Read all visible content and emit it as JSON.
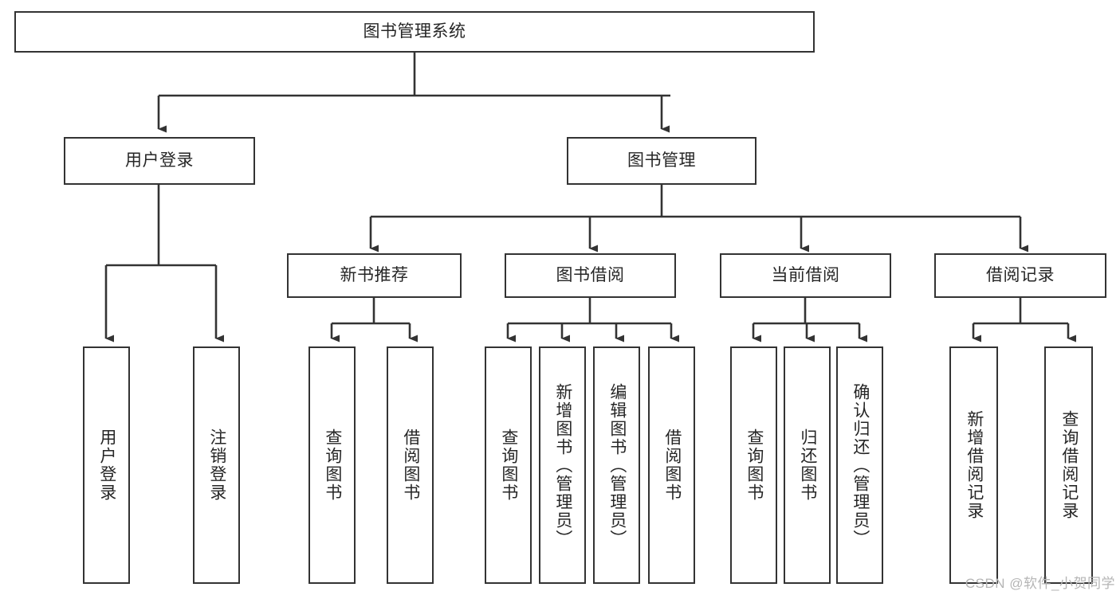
{
  "diagram": {
    "title": "图书管理系统",
    "type": "功能结构图",
    "watermark": "CSDN @软件_小贺同学",
    "colors": {
      "stroke": "#333333",
      "text": "#262626",
      "background": "#ffffff",
      "watermark": "#b5b5b5"
    },
    "nodes": {
      "root": {
        "label": "图书管理系统"
      },
      "level2": [
        {
          "id": "user-login",
          "label": "用户登录"
        },
        {
          "id": "book-manage",
          "label": "图书管理"
        }
      ],
      "level3": [
        {
          "id": "new-book-rec",
          "label": "新书推荐"
        },
        {
          "id": "book-borrow",
          "label": "图书借阅"
        },
        {
          "id": "current-borrow",
          "label": "当前借阅"
        },
        {
          "id": "borrow-record",
          "label": "借阅记录"
        }
      ],
      "leaves": {
        "user_login": [
          {
            "id": "leaf-user-login",
            "label": "用户登录"
          },
          {
            "id": "leaf-user-logout",
            "label": "注销登录"
          }
        ],
        "new_book_rec": [
          {
            "id": "leaf-query-book-1",
            "label": "查询图书"
          },
          {
            "id": "leaf-borrow-book-1",
            "label": "借阅图书"
          }
        ],
        "book_borrow": [
          {
            "id": "leaf-query-book-2",
            "label": "查询图书"
          },
          {
            "id": "leaf-add-book",
            "label": "新增图书（管理员）"
          },
          {
            "id": "leaf-edit-book",
            "label": "编辑图书（管理员）"
          },
          {
            "id": "leaf-borrow-book-2",
            "label": "借阅图书"
          }
        ],
        "current_borrow": [
          {
            "id": "leaf-query-book-3",
            "label": "查询图书"
          },
          {
            "id": "leaf-return-book",
            "label": "归还图书"
          },
          {
            "id": "leaf-confirm-return",
            "label": "确认归还（管理员）"
          }
        ],
        "borrow_record": [
          {
            "id": "leaf-add-record",
            "label": "新增借阅记录"
          },
          {
            "id": "leaf-query-record",
            "label": "查询借阅记录"
          }
        ]
      }
    }
  }
}
